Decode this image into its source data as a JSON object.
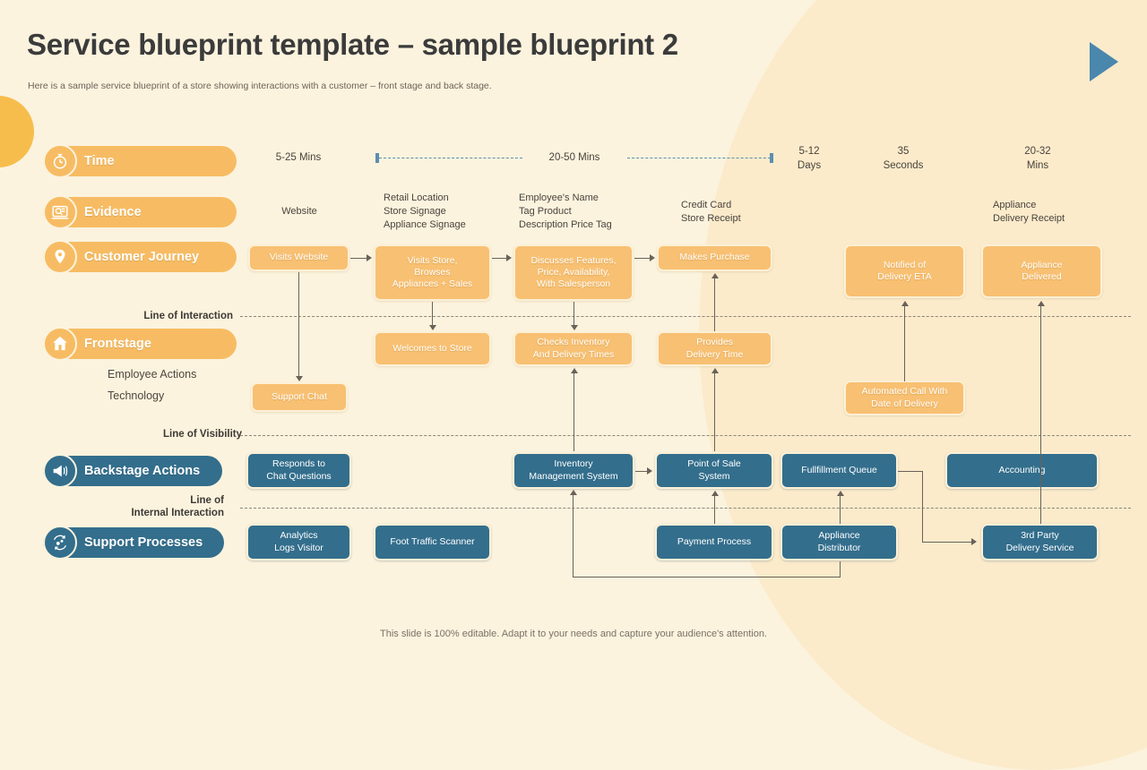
{
  "header": {
    "title": "Service blueprint template – sample blueprint 2",
    "subtitle": "Here is a sample service blueprint of a store showing interactions with a customer – front stage and back stage."
  },
  "footer": {
    "text": "This slide is 100% editable. Adapt it to your needs and capture your audience's attention."
  },
  "colors": {
    "background": "#FCF3DE",
    "orange_accent": "#F8C072",
    "orange_pill": "#F7BC63",
    "blue_accent": "#336E8C",
    "timeline_blue": "#5C8FAE",
    "connector": "#6A6159"
  },
  "rail": {
    "pills": [
      {
        "label": "Time",
        "icon": "stopwatch-icon",
        "style": "orange"
      },
      {
        "label": "Evidence",
        "icon": "document-search-icon",
        "style": "orange"
      },
      {
        "label": "Customer Journey",
        "icon": "map-pin-icon",
        "style": "orange"
      },
      {
        "label": "Frontstage",
        "icon": "home-icon",
        "style": "orange"
      },
      {
        "label": "Backstage Actions",
        "icon": "megaphone-icon",
        "style": "blue"
      },
      {
        "label": "Support Processes",
        "icon": "gears-cycle-icon",
        "style": "blue"
      }
    ],
    "sub_labels": [
      {
        "label": "Employee Actions"
      },
      {
        "label": "Technology"
      }
    ],
    "line_labels": [
      {
        "label": "Line of Interaction"
      },
      {
        "label": "Line of Visibility"
      },
      {
        "label": "Line of\nInternal Interaction"
      }
    ]
  },
  "time_row": [
    {
      "label": "5-25 Mins"
    },
    {
      "label": "20-50 Mins"
    },
    {
      "label": "5-12\nDays"
    },
    {
      "label": "35\nSeconds"
    },
    {
      "label": "20-32\nMins"
    }
  ],
  "evidence_row": [
    {
      "label": "Website"
    },
    {
      "label": "Retail Location\nStore Signage\nAppliance Signage"
    },
    {
      "label": "Employee's Name\nTag Product\nDescription Price Tag"
    },
    {
      "label": "Credit Card\nStore Receipt"
    },
    {
      "label": "Appliance\nDelivery Receipt"
    }
  ],
  "customer_journey": [
    {
      "label": "Visits Website"
    },
    {
      "label": "Visits Store,\nBrowses\nAppliances + Sales"
    },
    {
      "label": "Discusses Features,\nPrice, Availability,\nWith Salesperson"
    },
    {
      "label": "Makes Purchase"
    },
    {
      "label": "Notified of\nDelivery ETA"
    },
    {
      "label": "Appliance\nDelivered"
    }
  ],
  "frontstage": [
    {
      "label": "Welcomes to Store"
    },
    {
      "label": "Checks Inventory\nAnd Delivery Times"
    },
    {
      "label": "Provides\nDelivery Time"
    },
    {
      "label": "Support Chat"
    },
    {
      "label": "Automated Call With\nDate of Delivery"
    }
  ],
  "backstage_actions": [
    {
      "label": "Responds to\nChat Questions"
    },
    {
      "label": "Inventory\nManagement System"
    },
    {
      "label": "Point of Sale\nSystem"
    },
    {
      "label": "Fullfillment Queue"
    },
    {
      "label": "Accounting"
    }
  ],
  "support_processes": [
    {
      "label": "Analytics\nLogs Visitor"
    },
    {
      "label": "Foot Traffic Scanner"
    },
    {
      "label": "Payment Process"
    },
    {
      "label": "Appliance\nDistributor"
    },
    {
      "label": "3rd Party\nDelivery Service"
    }
  ]
}
